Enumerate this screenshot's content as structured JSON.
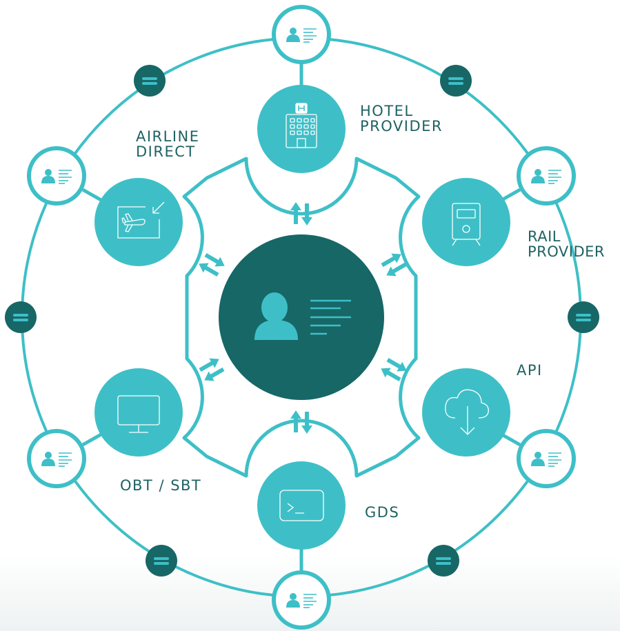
{
  "colors": {
    "teal_light": "#3ebfc7",
    "teal_dark": "#176767",
    "white": "#ffffff"
  },
  "labels": {
    "hotel": [
      "HOTEL",
      "PROVIDER"
    ],
    "airline": [
      "AIRLINE",
      "DIRECT"
    ],
    "rail": [
      "RAIL",
      "PROVIDER"
    ],
    "api": [
      "API"
    ],
    "obt": [
      "OBT / SBT"
    ],
    "gds": [
      "GDS"
    ]
  },
  "icons": {
    "center": "traveler-profile-icon",
    "hotel": "hotel-building-icon",
    "airline": "plane-ticket-icon",
    "rail": "train-icon",
    "api": "cloud-download-icon",
    "obt": "monitor-icon",
    "gds": "terminal-icon",
    "profile": "profile-card-icon",
    "sync": "equals-icon",
    "exchange": "bidirectional-arrows-icon"
  }
}
